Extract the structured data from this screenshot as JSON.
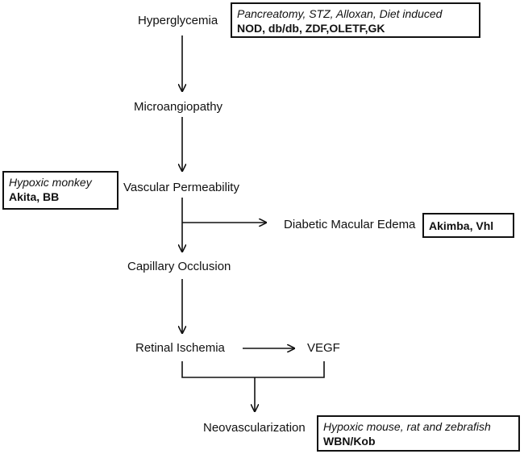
{
  "nodes": {
    "hyperglycemia": "Hyperglycemia",
    "microangiopathy": "Microangiopathy",
    "vascular_permeability": "Vascular Permeability",
    "diabetic_macular_edema": "Diabetic Macular Edema",
    "capillary_occlusion": "Capillary Occlusion",
    "retinal_ischemia": "Retinal Ischemia",
    "vegf": "VEGF",
    "neovascularization": "Neovascularization"
  },
  "model_boxes": {
    "hyperglycemia_models": {
      "italic": "Pancreatomy, STZ, Alloxan, Diet induced",
      "bold": "NOD, db/db, ZDF,OLETF,GK"
    },
    "permeability_models": {
      "italic": "Hypoxic monkey",
      "bold": "Akita, BB"
    },
    "edema_models": {
      "bold": "Akimba, Vhl"
    },
    "neovascularization_models": {
      "italic": "Hypoxic mouse, rat and zebrafish",
      "bold": "WBN/Kob"
    }
  }
}
